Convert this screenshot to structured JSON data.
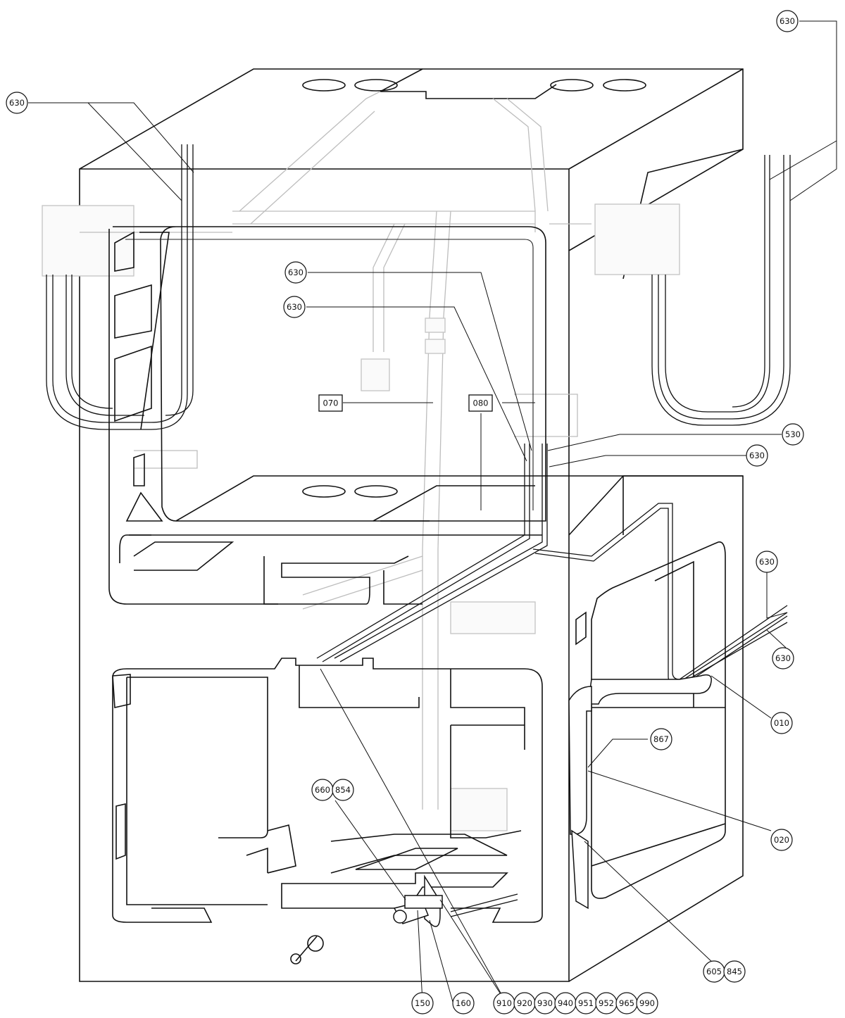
{
  "callouts": [
    {
      "id": "c-630-top-right",
      "text": "630"
    },
    {
      "id": "c-630-top-left",
      "text": "630"
    },
    {
      "id": "c-630-mid-1",
      "text": "630"
    },
    {
      "id": "c-630-mid-2",
      "text": "630"
    },
    {
      "id": "c-530-right",
      "text": "530"
    },
    {
      "id": "c-630-right-a",
      "text": "630"
    },
    {
      "id": "c-630-right-b",
      "text": "630"
    },
    {
      "id": "c-630-right-c",
      "text": "630"
    },
    {
      "id": "c-010",
      "text": "010"
    },
    {
      "id": "c-867",
      "text": "867"
    },
    {
      "id": "c-020",
      "text": "020"
    },
    {
      "id": "c-660",
      "text": "660"
    },
    {
      "id": "c-854",
      "text": "854"
    },
    {
      "id": "c-605",
      "text": "605"
    },
    {
      "id": "c-845",
      "text": "845"
    },
    {
      "id": "c-150",
      "text": "150"
    },
    {
      "id": "c-160",
      "text": "160"
    },
    {
      "id": "c-910",
      "text": "910"
    },
    {
      "id": "c-920",
      "text": "920"
    },
    {
      "id": "c-930",
      "text": "930"
    },
    {
      "id": "c-940",
      "text": "940"
    },
    {
      "id": "c-951",
      "text": "951"
    },
    {
      "id": "c-952",
      "text": "952"
    },
    {
      "id": "c-965",
      "text": "965"
    },
    {
      "id": "c-990",
      "text": "990"
    }
  ],
  "boxed_labels": [
    {
      "id": "b-070",
      "text": "070"
    },
    {
      "id": "b-080",
      "text": "080"
    }
  ]
}
